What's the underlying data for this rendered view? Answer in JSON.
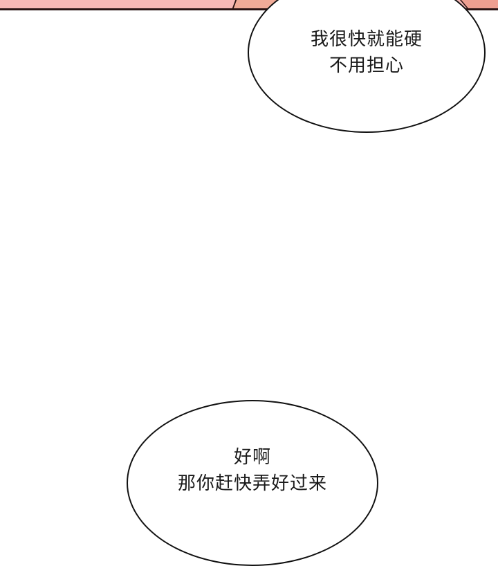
{
  "panel": {
    "top_strip_color": "#f7b8b6",
    "ink_color": "#2a1414"
  },
  "bubbles": [
    {
      "lines": [
        "我很快就能硬",
        "不用担心"
      ]
    },
    {
      "lines": [
        "好啊",
        "那你赶快弄好过来"
      ]
    }
  ]
}
